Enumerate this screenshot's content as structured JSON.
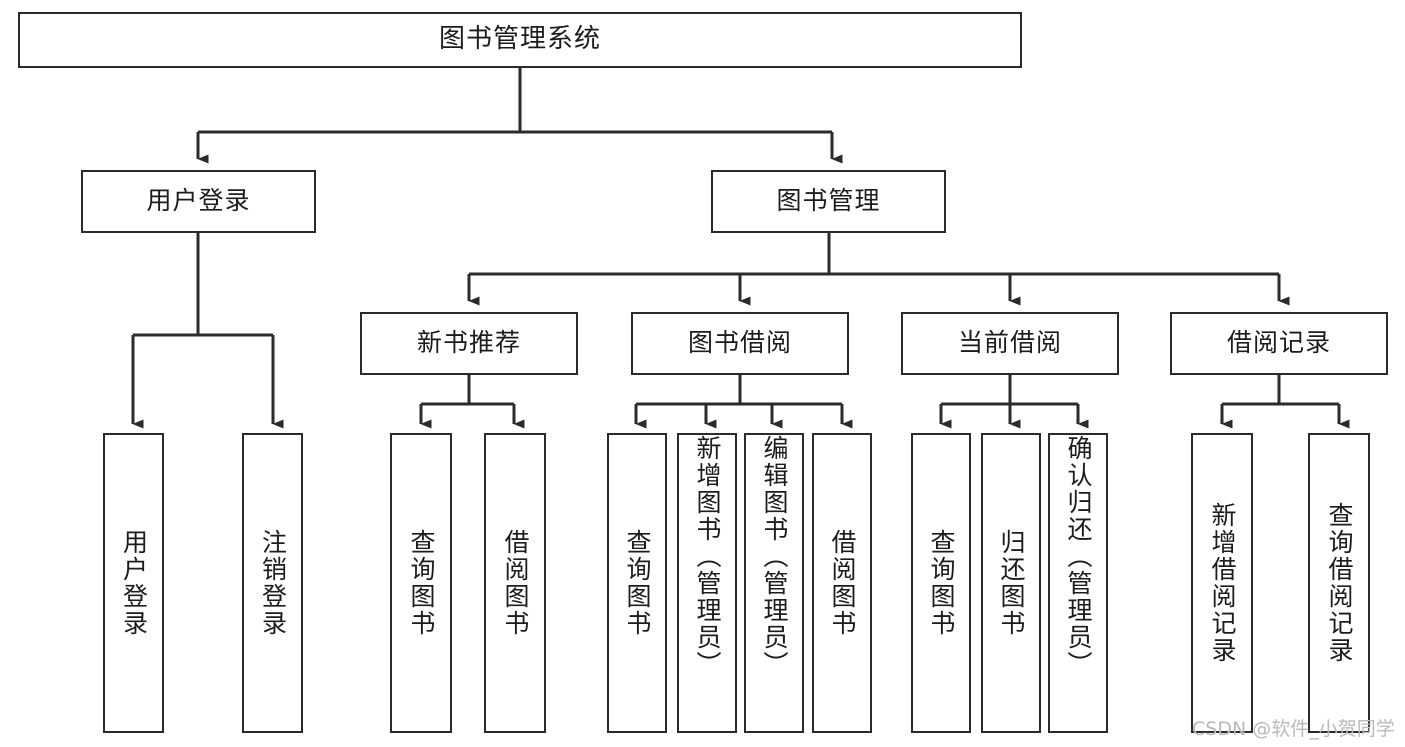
{
  "diagram": {
    "title": "图书管理系统",
    "type": "hierarchy-tree",
    "watermark": "CSDN @软件_小贺同学",
    "accent_color": "#2b2b2b",
    "background_color": "#ffffff"
  },
  "nodes": {
    "root": {
      "label": "图书管理系统",
      "level": 1
    },
    "level2": [
      {
        "id": "user-login",
        "label": "用户登录"
      },
      {
        "id": "book-management",
        "label": "图书管理"
      }
    ],
    "level3": [
      {
        "id": "new-book-recommend",
        "label": "新书推荐"
      },
      {
        "id": "book-borrow",
        "label": "图书借阅"
      },
      {
        "id": "current-borrow",
        "label": "当前借阅"
      },
      {
        "id": "borrow-record",
        "label": "借阅记录"
      }
    ],
    "leaves": {
      "user_login": [
        {
          "id": "leaf-user-login",
          "label": "用户登录"
        },
        {
          "id": "leaf-logout-login",
          "label": "注销登录"
        }
      ],
      "new_book_recommend": [
        {
          "id": "leaf-query-book-1",
          "label": "查询图书"
        },
        {
          "id": "leaf-borrow-book-1",
          "label": "借阅图书"
        }
      ],
      "book_borrow": [
        {
          "id": "leaf-query-book-2",
          "label": "查询图书"
        },
        {
          "id": "leaf-add-book",
          "label": "新增图书（管理员）"
        },
        {
          "id": "leaf-edit-book",
          "label": "编辑图书（管理员）"
        },
        {
          "id": "leaf-borrow-book-2",
          "label": "借阅图书"
        }
      ],
      "current_borrow": [
        {
          "id": "leaf-query-book-3",
          "label": "查询图书"
        },
        {
          "id": "leaf-return-book",
          "label": "归还图书"
        },
        {
          "id": "leaf-confirm-return",
          "label": "确认归还（管理员）"
        }
      ],
      "borrow_record": [
        {
          "id": "leaf-add-record",
          "label": "新增借阅记录"
        },
        {
          "id": "leaf-query-record",
          "label": "查询借阅记录"
        }
      ]
    }
  }
}
